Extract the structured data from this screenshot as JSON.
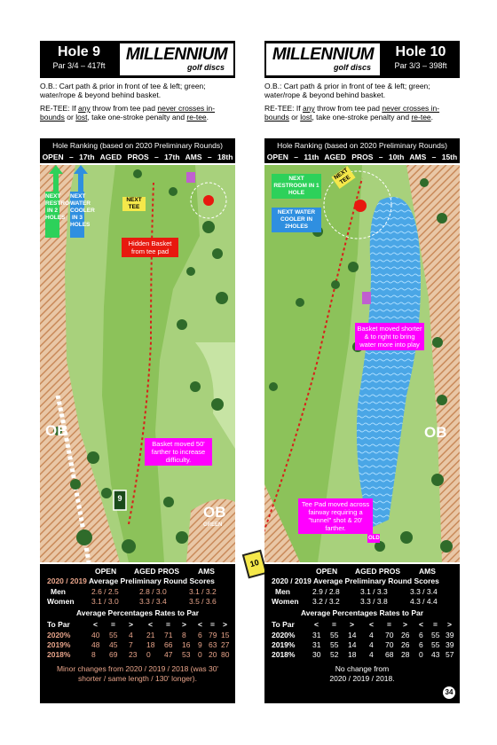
{
  "hole9": {
    "hole": "Hole 9",
    "par": "Par 3/4 – 417ft",
    "logo_main": "MILLENNIUM",
    "logo_sub": "golf discs",
    "ob_label": "O.B.:",
    "ob_text": "Cart path & prior in front of tee & left; green; water/rope & beyond behind basket.",
    "retee_label": "RE-TEE:",
    "retee_a": "If",
    "retee_any": "any",
    "retee_b": "throw from tee pad",
    "retee_never": "never crosses in-bounds",
    "retee_or": "or",
    "retee_lost": "lost",
    "retee_c": ", take one-stroke penalty and",
    "retee_end": "re-tee",
    "ranking_title": "Hole Ranking (based on 2020 Preliminary Rounds)",
    "ranking": "OPEN – 17th   AGED PROS – 17th   AMS – 18th",
    "map": {
      "next_restroom": "NEXT RESTROOM IN 2 HOLES",
      "next_water": "NEXT WATER COOLER IN 3 HOLES",
      "next_tee": "NEXT TEE",
      "hidden_basket": "Hidden Basket from tee pad",
      "basket_moved": "Basket moved 50' farther to increase difficulty.",
      "ob_left": "OB",
      "ob_green": "OB",
      "ob_green_sub": "GREEN",
      "tee_number": "9"
    },
    "stats": {
      "headers": [
        "OPEN",
        "AGED PROS",
        "AMS"
      ],
      "avg_title_a": "2020 / 2019",
      "avg_title_b": "Average  Preliminary Round Scores",
      "men_label": "Men",
      "men": [
        "2.6 / 2.5",
        "2.8 / 3.0",
        "3.1 / 3.2"
      ],
      "women_label": "Women",
      "women": [
        "3.1 / 3.0",
        "3.3 / 3.4",
        "3.5 / 3.6"
      ],
      "pct_title": "Average Percentages Rates to Par",
      "to_par_label": "To Par",
      "to_par_cols": [
        "<",
        "=",
        ">",
        "<",
        "=",
        ">",
        "<",
        "=",
        ">"
      ],
      "rows": [
        {
          "year": "2020%",
          "v": [
            "40",
            "55",
            "4",
            "21",
            "71",
            "8",
            "6",
            "79",
            "15"
          ]
        },
        {
          "year": "2019%",
          "v": [
            "48",
            "45",
            "7",
            "18",
            "66",
            "16",
            "9",
            "63",
            "27"
          ]
        },
        {
          "year": "2018%",
          "v": [
            "8",
            "69",
            "23",
            "0",
            "47",
            "53",
            "0",
            "20",
            "80"
          ]
        }
      ],
      "footer_1": "Minor changes from 2020 / 2019 / 2018 (was 30'",
      "footer_2": "shorter / same length / 130' longer)."
    }
  },
  "hole10": {
    "hole": "Hole 10",
    "par": "Par 3/3 – 398ft",
    "logo_main": "MILLENNIUM",
    "logo_sub": "golf discs",
    "ob_label": "O.B.:",
    "ob_text": "Cart path & prior in front of tee & left; green; water/rope & beyond behind basket.",
    "retee_label": "RE-TEE:",
    "retee_a": "If",
    "retee_any": "any",
    "retee_b": "throw from tee pad",
    "retee_never": "never crosses in-bounds",
    "retee_or": "or",
    "retee_lost": "lost",
    "retee_c": ", take one-stroke penalty and",
    "retee_end": "re-tee",
    "ranking_title": "Hole Ranking (based on 2020 Preliminary Rounds)",
    "ranking": "OPEN – 11th   AGED PROS – 10th   AMS – 15th",
    "map": {
      "next_restroom": "NEXT RESTROOM IN 1 HOLE",
      "next_water": "NEXT WATER COOLER IN 2HOLES",
      "next_tee": "NEXT TEE",
      "basket_moved": "Basket moved shorter & to right to bring water more into play",
      "tee_moved": "Tee Pad moved across fairway requiring a \"tunnel\" shot & 20' farther.",
      "ob_right": "OB",
      "old": "OLD",
      "tee_number": "10"
    },
    "stats": {
      "headers": [
        "OPEN",
        "AGED PROS",
        "AMS"
      ],
      "avg_title_a": "2020 / 2019",
      "avg_title_b": "Average  Preliminary Round Scores",
      "men_label": "Men",
      "men": [
        "2.9 / 2.8",
        "3.1 / 3.3",
        "3.3 / 3.4"
      ],
      "women_label": "Women",
      "women": [
        "3.2 / 3.2",
        "3.3 / 3.8",
        "4.3 / 4.4"
      ],
      "pct_title": "Average Percentages Rates to Par",
      "to_par_label": "To Par",
      "to_par_cols": [
        "<",
        "=",
        ">",
        "<",
        "=",
        ">",
        "<",
        "=",
        ">"
      ],
      "rows": [
        {
          "year": "2020%",
          "v": [
            "31",
            "55",
            "14",
            "4",
            "70",
            "26",
            "6",
            "55",
            "39"
          ]
        },
        {
          "year": "2019%",
          "v": [
            "31",
            "55",
            "14",
            "4",
            "70",
            "26",
            "6",
            "55",
            "39"
          ]
        },
        {
          "year": "2018%",
          "v": [
            "30",
            "52",
            "18",
            "4",
            "68",
            "28",
            "0",
            "43",
            "57"
          ]
        }
      ],
      "footer_1": "No change  from",
      "footer_2": "2020 / 2019 / 2018.",
      "page": "34"
    }
  }
}
